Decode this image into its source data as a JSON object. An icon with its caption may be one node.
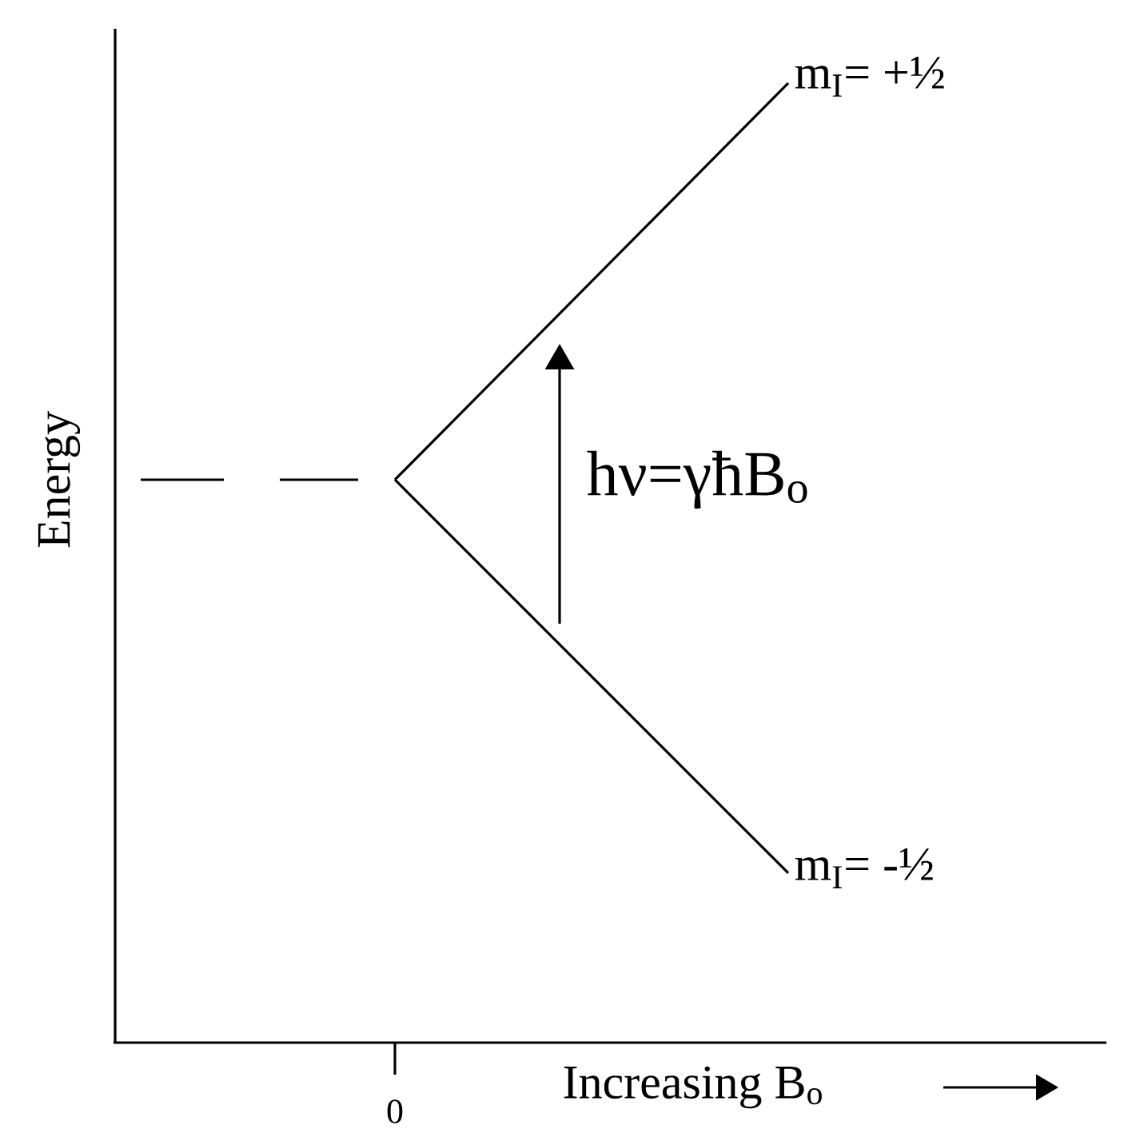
{
  "diagram": {
    "labels": [
      "m$_{I}$= +½",
      "Energy",
      "hν=γħB$_{o}$",
      "m$_{I}$= -½",
      "0",
      "Increasing B$_{o}$"
    ]
  }
}
